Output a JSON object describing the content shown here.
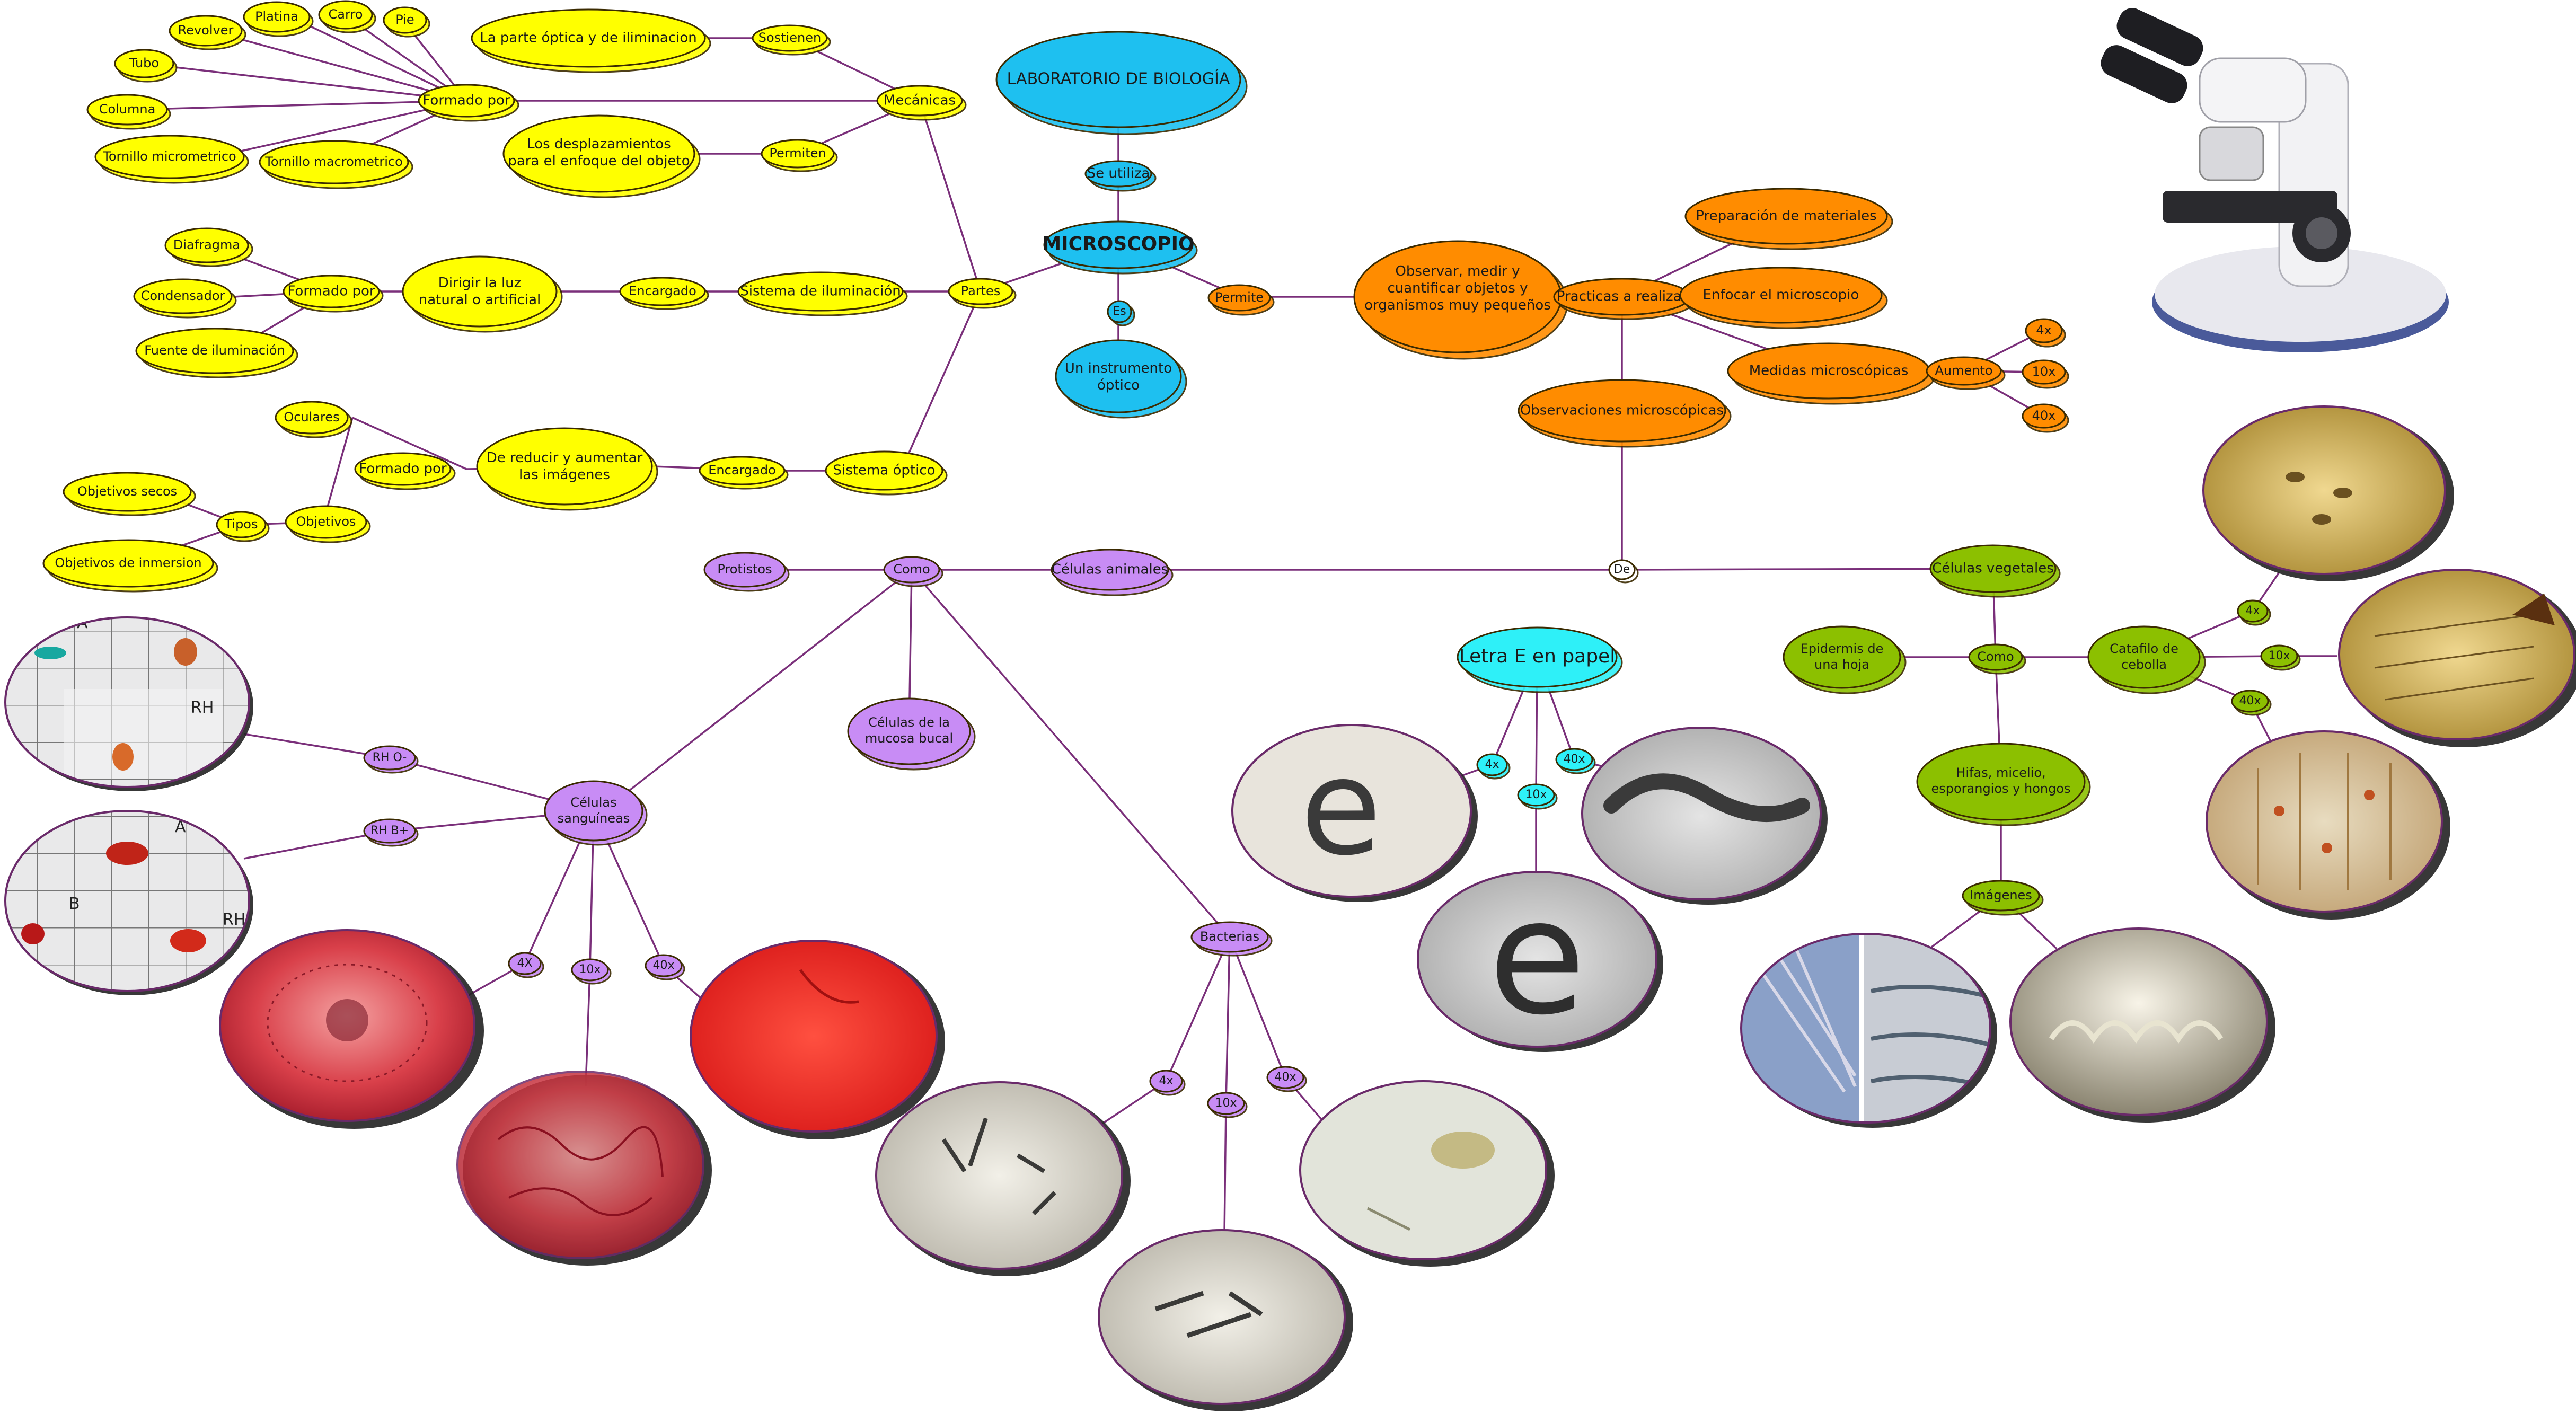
{
  "title": "LABORATORIO DE BIOLOGÍA",
  "center": "MICROSCOPIO",
  "se_utiliza": "Se utiliza",
  "es": "Es",
  "instrumento": "Un instrumento óptico",
  "permite": "Permite",
  "observar": "Observar, medir y cuantificar objetos y organismos muy pequeños",
  "practicas": "Practicas a realizar",
  "preparacion": "Preparación de materiales",
  "enfocar": "Enfocar el microscopio",
  "medidas": "Medidas microscópicas",
  "aumento": "Aumento",
  "aum4": "4x",
  "aum10": "10x",
  "aum40": "40x",
  "observaciones": "Observaciones microscópicas",
  "de": "De",
  "partes": "Partes",
  "mecanicas": "Mecánicas",
  "sostienen": "Sostienen",
  "optica_ilum": "La parte óptica y de iliminacion",
  "permiten": "Permiten",
  "desplaz": "Los desplazamientos para el enfoque del objeto",
  "formado_por": "Formado por",
  "revolver": "Revolver",
  "platina": "Platina",
  "carro": "Carro",
  "pie": "Pie",
  "tubo": "Tubo",
  "columna": "Columna",
  "tornillo_micro": "Tornillo micrometrico",
  "tornillo_macro": "Tornillo macrometrico",
  "sistema_ilum": "Sistema de iluminación",
  "encargado": "Encargado",
  "dirigir": "Dirigir la luz natural o artificial",
  "diafragma": "Diafragma",
  "condensador": "Condensador",
  "fuente": "Fuente de iluminación",
  "sistema_optico": "Sistema óptico",
  "reducir": "De reducir y aumentar las imágenes",
  "oculares": "Oculares",
  "objetivos": "Objetivos",
  "tipos": "Tipos",
  "obj_secos": "Objetivos secos",
  "obj_inmersion": "Objetivos de inmersion",
  "celulas_animales": "Células animales",
  "como": "Como",
  "protistos": "Protistos",
  "mucosa": "Células de la mucosa bucal",
  "sanguineas": "Células sanguíneas",
  "rh_neg": "RH O-",
  "rh_pos": "RH B+",
  "m4X": "4X",
  "m10x": "10x",
  "m40x": "40x",
  "m4x": "4x",
  "bacterias": "Bacterias",
  "letra_e": "Letra E en papel",
  "celulas_vegetales": "Células vegetales",
  "epidermis": "Epidermis de una hoja",
  "catafilo": "Catafilo de cebolla",
  "hifas": "Hifas, micelio, esporangios y hongos",
  "imagenes": "Imágenes",
  "photo_label_a": "A",
  "photo_label_b": "B",
  "photo_label_rh": "RH",
  "photo_letter_e": "e",
  "colors": {
    "line": "#7a2f7a",
    "yellow": "#ffff00",
    "orange": "#ff8c00",
    "blue": "#1ec0f0",
    "purple": "#c88cf5",
    "green": "#8cc000",
    "cyan": "#2ef0f8"
  }
}
